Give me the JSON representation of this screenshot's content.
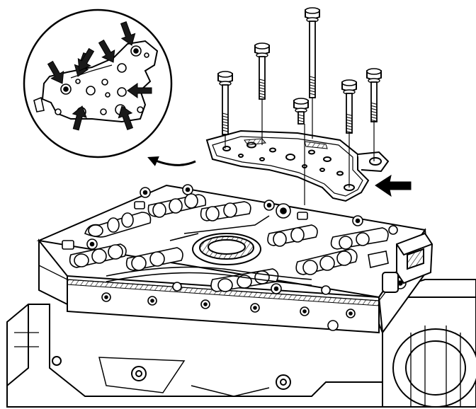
{
  "diagram": {
    "stroke_color": "#000000",
    "fill_color": "#ffffff",
    "shade_color": "#1a1a1a",
    "bolt_count": 6,
    "detail_callout_arrow_count": 8,
    "bolt_holes_highlighted": true,
    "detail_view_shape": "circle"
  }
}
